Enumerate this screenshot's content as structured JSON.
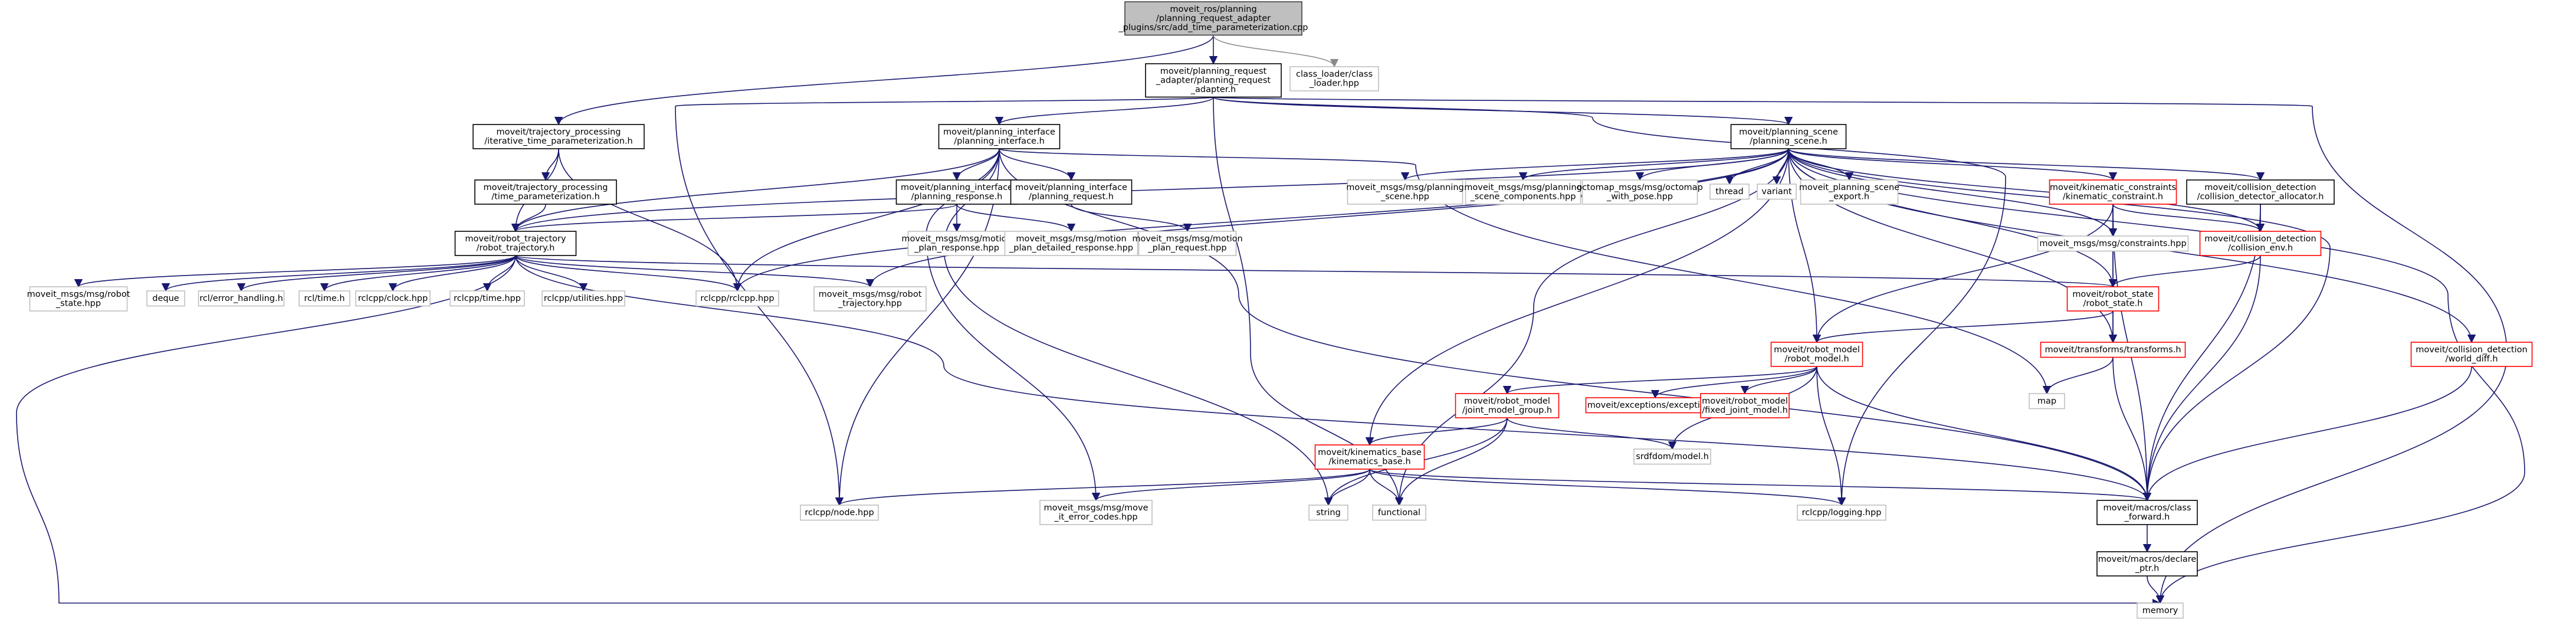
{
  "colors": {
    "edge": "#191970",
    "edge_gray": "#8a8a8a",
    "root_fill": "#bfbfbf",
    "root_border": "#404040",
    "doc_border": "#000000",
    "incomplete_border": "#ff0000",
    "external_border": "#bfbfbf"
  },
  "nodes": [
    {
      "id": "root",
      "kind": "root",
      "lines": [
        "moveit_ros/planning",
        "/planning_request_adapter",
        "_plugins/src/add_time_parameterization.cpp"
      ]
    },
    {
      "id": "pra",
      "kind": "doc",
      "lines": [
        "moveit/planning_request",
        "_adapter/planning_request",
        "_adapter.h"
      ]
    },
    {
      "id": "classloader",
      "kind": "ext",
      "lines": [
        "class_loader/class",
        "_loader.hpp"
      ]
    },
    {
      "id": "itp",
      "kind": "doc",
      "lines": [
        "moveit/trajectory_processing",
        "/iterative_time_parameterization.h"
      ]
    },
    {
      "id": "pi",
      "kind": "doc",
      "lines": [
        "moveit/planning_interface",
        "/planning_interface.h"
      ]
    },
    {
      "id": "ps",
      "kind": "doc",
      "lines": [
        "moveit/planning_scene",
        "/planning_scene.h"
      ]
    },
    {
      "id": "tp",
      "kind": "doc",
      "lines": [
        "moveit/trajectory_processing",
        "/time_parameterization.h"
      ]
    },
    {
      "id": "presp",
      "kind": "doc",
      "lines": [
        "moveit/planning_interface",
        "/planning_response.h"
      ]
    },
    {
      "id": "preq",
      "kind": "doc",
      "lines": [
        "moveit/planning_interface",
        "/planning_request.h"
      ]
    },
    {
      "id": "rt",
      "kind": "doc",
      "lines": [
        "moveit/robot_trajectory",
        "/robot_trajectory.h"
      ]
    },
    {
      "id": "msg_ps",
      "kind": "ext",
      "lines": [
        "moveit_msgs/msg/planning",
        "_scene.hpp"
      ]
    },
    {
      "id": "msg_psc",
      "kind": "ext",
      "lines": [
        "moveit_msgs/msg/planning",
        "_scene_components.hpp"
      ]
    },
    {
      "id": "octomap",
      "kind": "ext",
      "lines": [
        "octomap_msgs/msg/octomap",
        "_with_pose.hpp"
      ]
    },
    {
      "id": "thread",
      "kind": "ext",
      "lines": [
        "thread"
      ]
    },
    {
      "id": "variant",
      "kind": "ext",
      "lines": [
        "variant"
      ]
    },
    {
      "id": "ps_export",
      "kind": "ext",
      "lines": [
        "moveit_planning_scene",
        "_export.h"
      ]
    },
    {
      "id": "kc",
      "kind": "red",
      "lines": [
        "moveit/kinematic_constraints",
        "/kinematic_constraint.h"
      ]
    },
    {
      "id": "cda",
      "kind": "doc",
      "lines": [
        "moveit/collision_detection",
        "/collision_detector_allocator.h"
      ]
    },
    {
      "id": "msg_mpr",
      "kind": "ext",
      "lines": [
        "moveit_msgs/msg/motion",
        "_plan_response.hpp"
      ]
    },
    {
      "id": "msg_mpdr",
      "kind": "ext",
      "lines": [
        "moveit_msgs/msg/motion",
        "_plan_detailed_response.hpp"
      ]
    },
    {
      "id": "msg_mpreq",
      "kind": "ext",
      "lines": [
        "moveit_msgs/msg/motion",
        "_plan_request.hpp"
      ]
    },
    {
      "id": "msg_constraints",
      "kind": "ext",
      "lines": [
        "moveit_msgs/msg/constraints.hpp"
      ]
    },
    {
      "id": "ce",
      "kind": "red",
      "lines": [
        "moveit/collision_detection",
        "/collision_env.h"
      ]
    },
    {
      "id": "msg_rs",
      "kind": "ext",
      "lines": [
        "moveit_msgs/msg/robot",
        "_state.hpp"
      ]
    },
    {
      "id": "deque",
      "kind": "ext",
      "lines": [
        "deque"
      ]
    },
    {
      "id": "rcl_err",
      "kind": "ext",
      "lines": [
        "rcl/error_handling.h"
      ]
    },
    {
      "id": "rcl_time",
      "kind": "ext",
      "lines": [
        "rcl/time.h"
      ]
    },
    {
      "id": "rclcpp_clock",
      "kind": "ext",
      "lines": [
        "rclcpp/clock.hpp"
      ]
    },
    {
      "id": "rclcpp_time",
      "kind": "ext",
      "lines": [
        "rclcpp/time.hpp"
      ]
    },
    {
      "id": "rclcpp_util",
      "kind": "ext",
      "lines": [
        "rclcpp/utilities.hpp"
      ]
    },
    {
      "id": "rclcpp",
      "kind": "ext",
      "lines": [
        "rclcpp/rclcpp.hpp"
      ]
    },
    {
      "id": "msg_rtraj",
      "kind": "ext",
      "lines": [
        "moveit_msgs/msg/robot",
        "_trajectory.hpp"
      ]
    },
    {
      "id": "rs",
      "kind": "red",
      "lines": [
        "moveit/robot_state",
        "/robot_state.h"
      ]
    },
    {
      "id": "transforms",
      "kind": "red",
      "lines": [
        "moveit/transforms/transforms.h"
      ]
    },
    {
      "id": "wd",
      "kind": "red",
      "lines": [
        "moveit/collision_detection",
        "/world_diff.h"
      ]
    },
    {
      "id": "rm",
      "kind": "red",
      "lines": [
        "moveit/robot_model",
        "/robot_model.h"
      ]
    },
    {
      "id": "map",
      "kind": "ext",
      "lines": [
        "map"
      ]
    },
    {
      "id": "jmg",
      "kind": "red",
      "lines": [
        "moveit/robot_model",
        "/joint_model_group.h"
      ]
    },
    {
      "id": "exceptions",
      "kind": "red",
      "lines": [
        "moveit/exceptions/exceptions.h"
      ]
    },
    {
      "id": "fjm",
      "kind": "red",
      "lines": [
        "moveit/robot_model",
        "/fixed_joint_model.h"
      ]
    },
    {
      "id": "kb",
      "kind": "red",
      "lines": [
        "moveit/kinematics_base",
        "/kinematics_base.h"
      ]
    },
    {
      "id": "srdf",
      "kind": "ext",
      "lines": [
        "srdfdom/model.h"
      ]
    },
    {
      "id": "rclcpp_node",
      "kind": "ext",
      "lines": [
        "rclcpp/node.hpp"
      ]
    },
    {
      "id": "msg_mec",
      "kind": "ext",
      "lines": [
        "moveit_msgs/msg/move",
        "_it_error_codes.hpp"
      ]
    },
    {
      "id": "string",
      "kind": "ext",
      "lines": [
        "string"
      ]
    },
    {
      "id": "functional",
      "kind": "ext",
      "lines": [
        "functional"
      ]
    },
    {
      "id": "rclcpp_logging",
      "kind": "ext",
      "lines": [
        "rclcpp/logging.hpp"
      ]
    },
    {
      "id": "cf",
      "kind": "doc",
      "lines": [
        "moveit/macros/class",
        "_forward.h"
      ]
    },
    {
      "id": "declare_ptr",
      "kind": "doc",
      "lines": [
        "moveit/macros/declare",
        "_ptr.h"
      ]
    },
    {
      "id": "memory",
      "kind": "ext",
      "lines": [
        "memory"
      ]
    }
  ]
}
